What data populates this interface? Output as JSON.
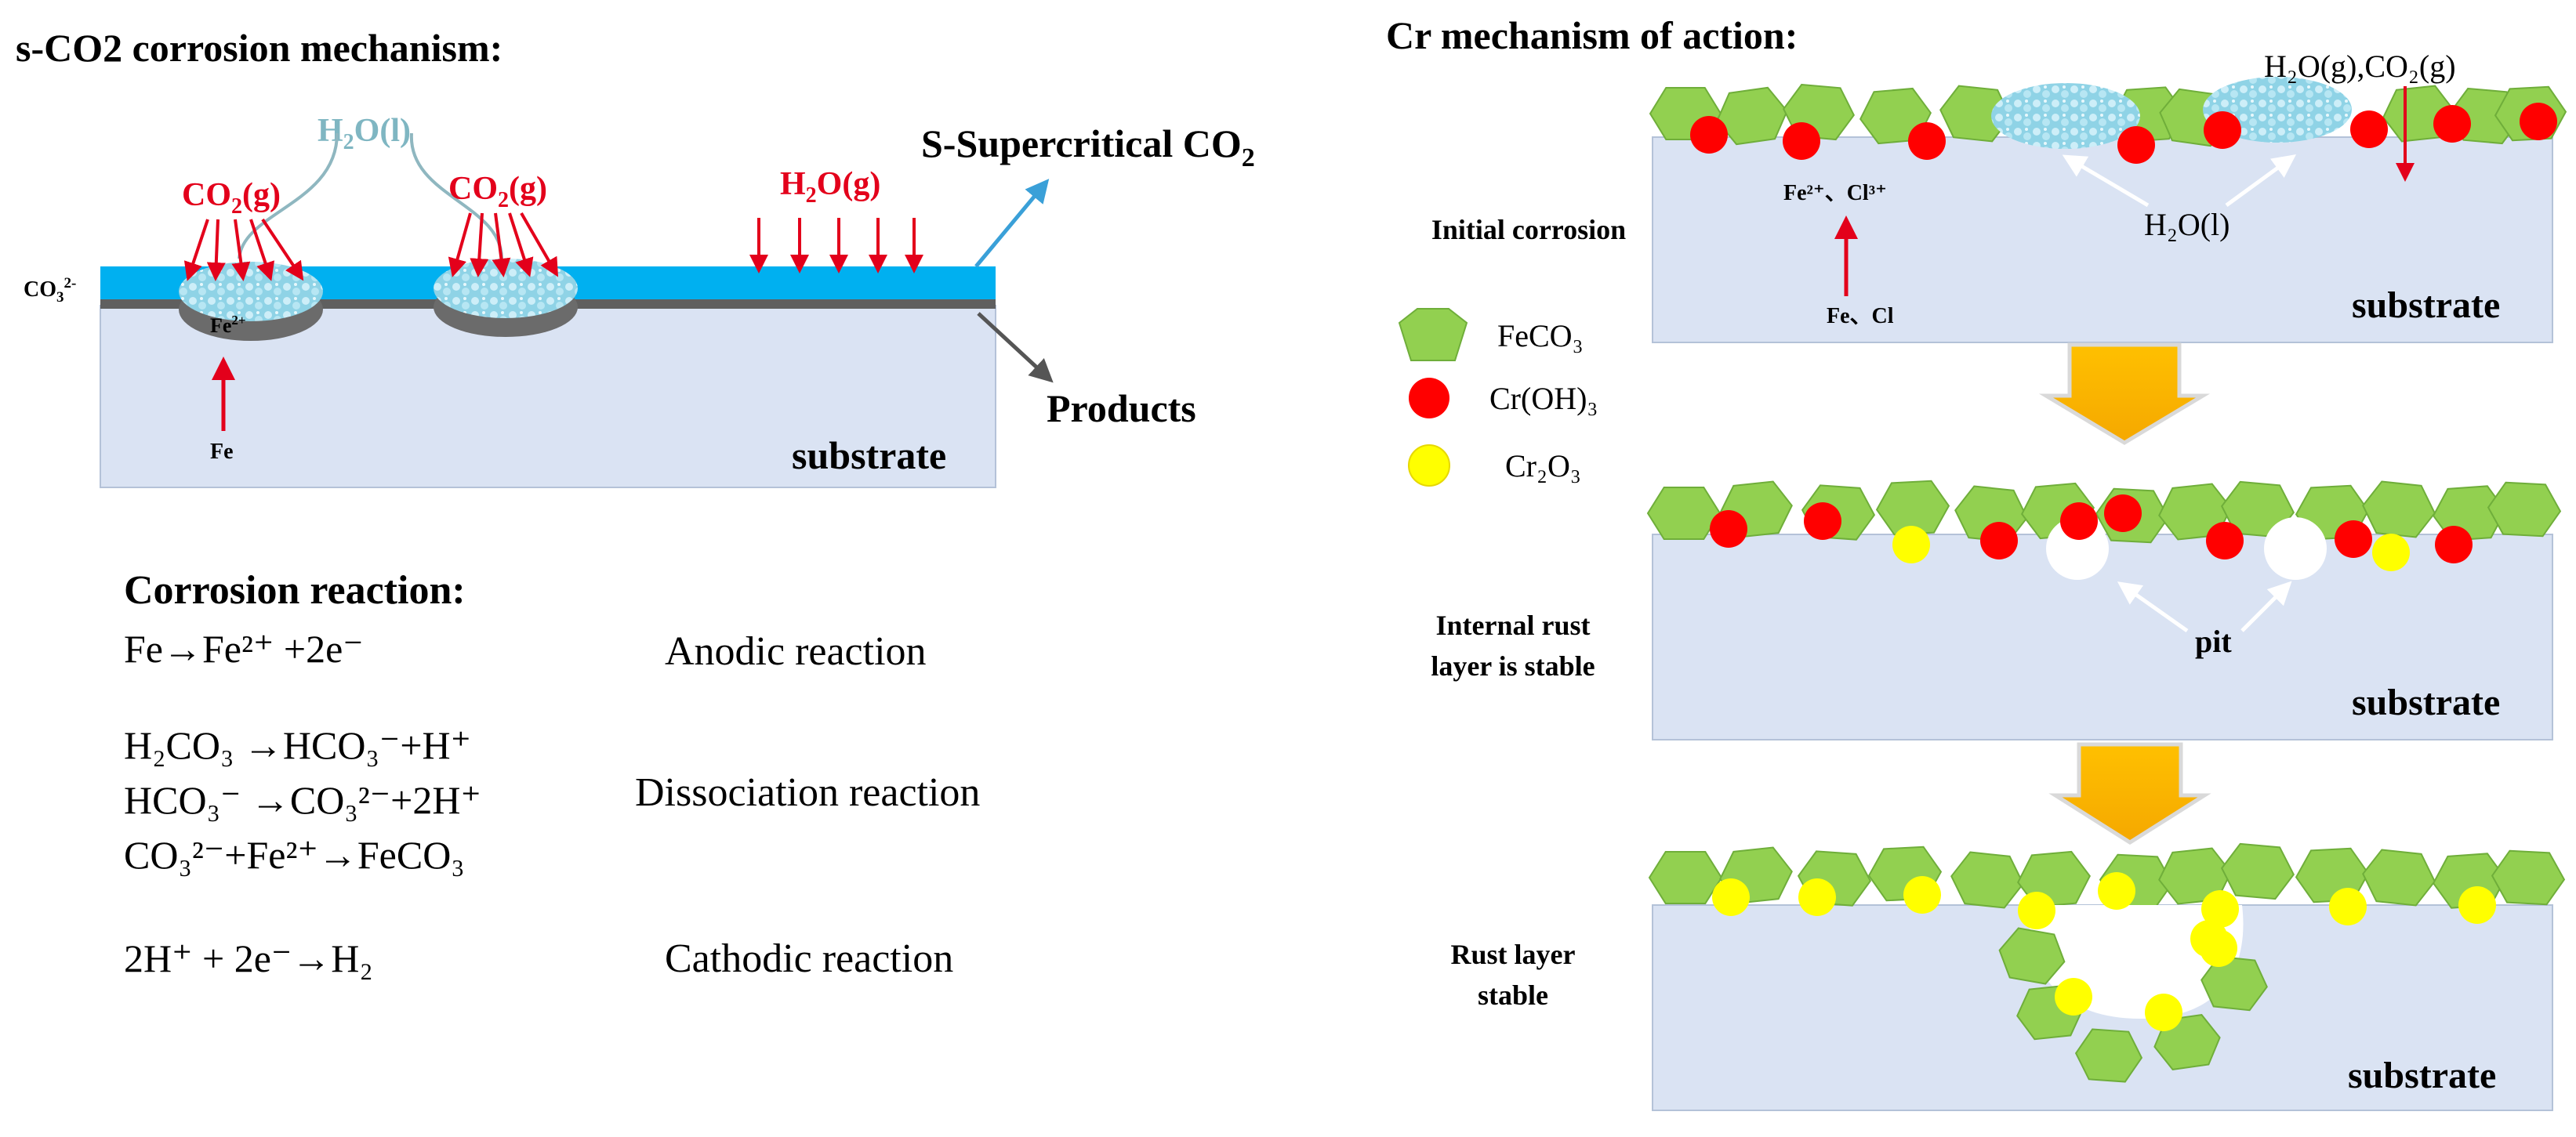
{
  "left": {
    "title": "s-CO2 corrosion mechanism:",
    "h2o_liquid": {
      "base": "H",
      "sub": "2",
      "rest": "O(l)"
    },
    "co2_gas_label": {
      "base": "CO",
      "sub": "2",
      "rest": "(g)"
    },
    "h2o_gas_label": {
      "base": "H",
      "sub": "2",
      "rest": "O(g)"
    },
    "supercritical_label": {
      "base": "S-Supercritical CO",
      "sub": "2"
    },
    "co3_label": {
      "base": "CO",
      "sub": "3",
      "sup": "2-"
    },
    "fe2_label": {
      "base": "Fe",
      "sup": "2+"
    },
    "fe_label": "Fe",
    "products_label": "Products",
    "substrate_label": "substrate"
  },
  "reactions": {
    "title": "Corrosion reaction:",
    "anodic_eq": "Fe→Fe²⁺ +2e⁻",
    "anodic_name": "Anodic reaction",
    "diss_eq1": "H₂CO₃ →HCO₃⁻+H⁺",
    "diss_eq2": "HCO₃⁻ →CO₃²⁻+2H⁺",
    "diss_eq3": "CO₃²⁻+Fe²⁺→FeCO₃",
    "diss_name": "Dissociation reaction",
    "cathodic_eq": "2H⁺ + 2e⁻→H₂",
    "cathodic_name": "Cathodic reaction"
  },
  "right": {
    "title": "Cr mechanism of action:",
    "gas_label": "H₂O(g),CO₂(g)",
    "fe_cl_ions": "Fe²⁺、Cl³⁺",
    "fe_cl": "Fe、Cl",
    "h2o_l": "H₂O(l)",
    "pit": "pit",
    "substrate_label": "substrate",
    "stage1": "Initial corrosion",
    "stage2_l1": "Internal rust",
    "stage2_l2": "layer is stable",
    "stage3_l1": "Rust layer",
    "stage3_l2": "stable",
    "legend": [
      {
        "label": "FeCO₃",
        "color": "#92d050",
        "shape": "hexagon"
      },
      {
        "label": "Cr(OH)₃",
        "color": "#ff0000",
        "shape": "circle"
      },
      {
        "label": "Cr₂O₃",
        "color": "#ffff00",
        "shape": "circle"
      }
    ]
  },
  "colors": {
    "substrate": "#dae3f3",
    "water_layer": "#00b0f0",
    "gas_arrow": "#e3001b",
    "feco3": "#92d050",
    "croh3": "#ff0000",
    "cr2o3": "#ffff00",
    "stage_arrow": "#ffc000",
    "h2o_liquid_text": "#7fb6c2"
  }
}
